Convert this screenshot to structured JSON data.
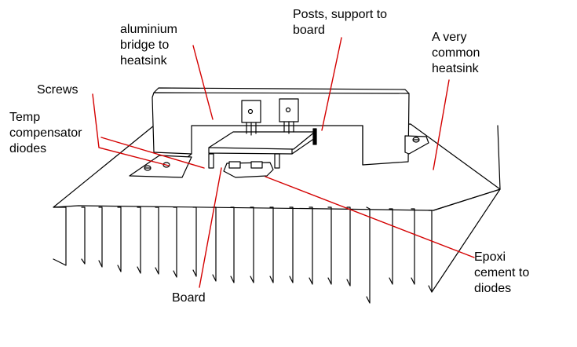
{
  "labels": {
    "bridge": "aluminium\nbridge to\nheatsink",
    "posts": "Posts, support to\nboard",
    "heatsink": "A very\ncommon\nheatsink",
    "screws": "Screws",
    "diodes": "Temp\ncompensator\ndiodes",
    "epoxi": "Epoxi\ncement to\ndiodes",
    "board": "Board"
  },
  "colors": {
    "ink": "#000000",
    "leader": "#d40000",
    "background": "#ffffff"
  },
  "icons": {
    "transistor": "to-220-transistor-icon",
    "screw": "screw-icon"
  }
}
